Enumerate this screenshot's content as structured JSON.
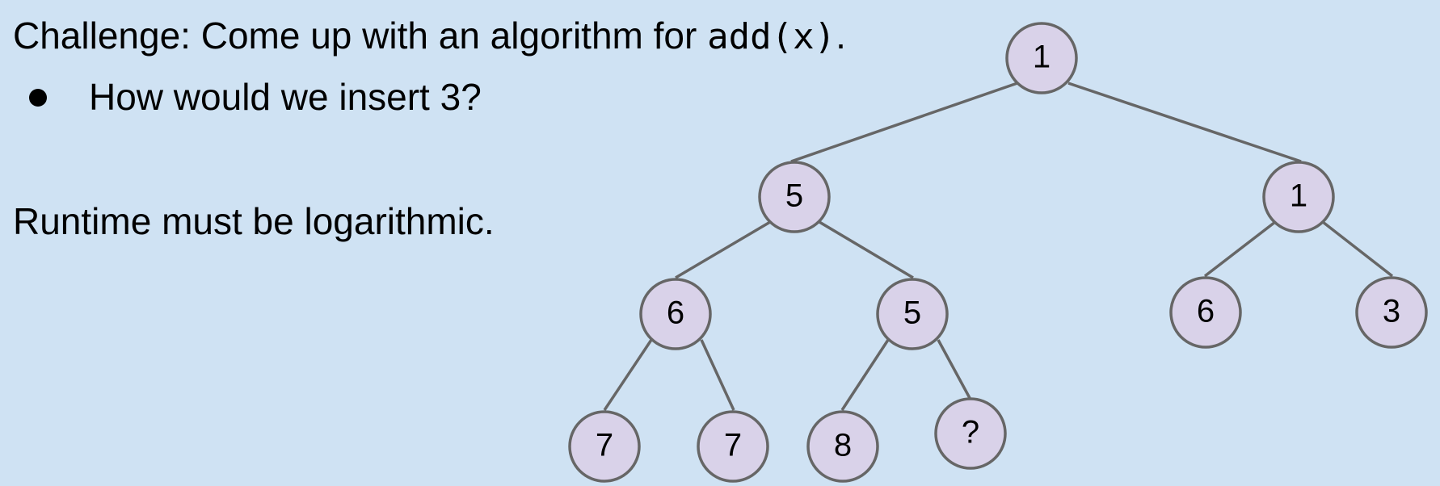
{
  "text": {
    "challenge_prefix": "Challenge: Come up with an algorithm for ",
    "challenge_code": "add(x)",
    "challenge_suffix": ".",
    "bullet": "How would we insert 3?",
    "runtime": "Runtime must be logarithmic."
  },
  "tree": {
    "nodes": [
      {
        "id": "root",
        "label": "1"
      },
      {
        "id": "l",
        "label": "5"
      },
      {
        "id": "r",
        "label": "1"
      },
      {
        "id": "ll",
        "label": "6"
      },
      {
        "id": "lr",
        "label": "5"
      },
      {
        "id": "rl",
        "label": "6"
      },
      {
        "id": "rr",
        "label": "3"
      },
      {
        "id": "lll",
        "label": "7"
      },
      {
        "id": "llr",
        "label": "7"
      },
      {
        "id": "lrl",
        "label": "8"
      },
      {
        "id": "lrr",
        "label": "?"
      }
    ],
    "edges": [
      [
        "root",
        "l"
      ],
      [
        "root",
        "r"
      ],
      [
        "l",
        "ll"
      ],
      [
        "l",
        "lr"
      ],
      [
        "r",
        "rl"
      ],
      [
        "r",
        "rr"
      ],
      [
        "ll",
        "lll"
      ],
      [
        "ll",
        "llr"
      ],
      [
        "lr",
        "lrl"
      ],
      [
        "lr",
        "lrr"
      ]
    ]
  },
  "colors": {
    "background": "#cfe2f3",
    "node_fill": "#d9d2e9",
    "node_stroke": "#666666",
    "edge": "#666666"
  }
}
